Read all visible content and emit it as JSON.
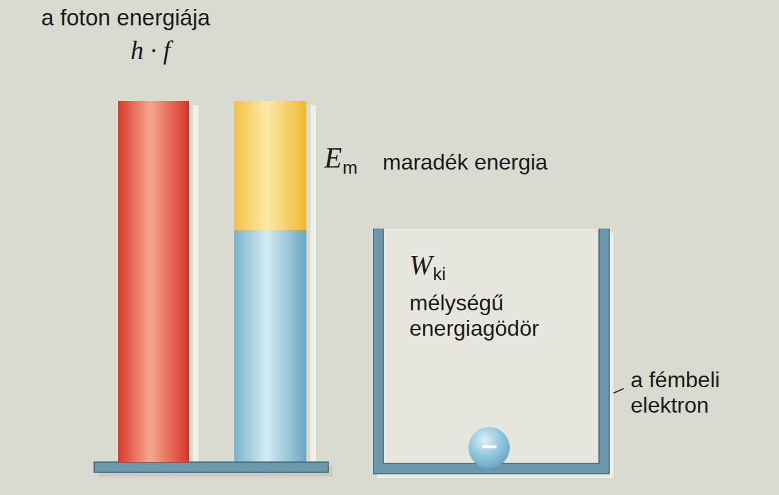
{
  "diagram": {
    "nodes": [
      {
        "text": [
          "a foton energiája",
          "h · f"
        ]
      },
      {
        "text": [
          "W",
          "ki",
          "mélységű energiagödör"
        ]
      },
      {
        "text": [
          "−"
        ],
        "in": 1
      }
    ],
    "labels": [
      "E",
      "m",
      "maradék energia",
      "a fémbeli elektron"
    ]
  }
}
